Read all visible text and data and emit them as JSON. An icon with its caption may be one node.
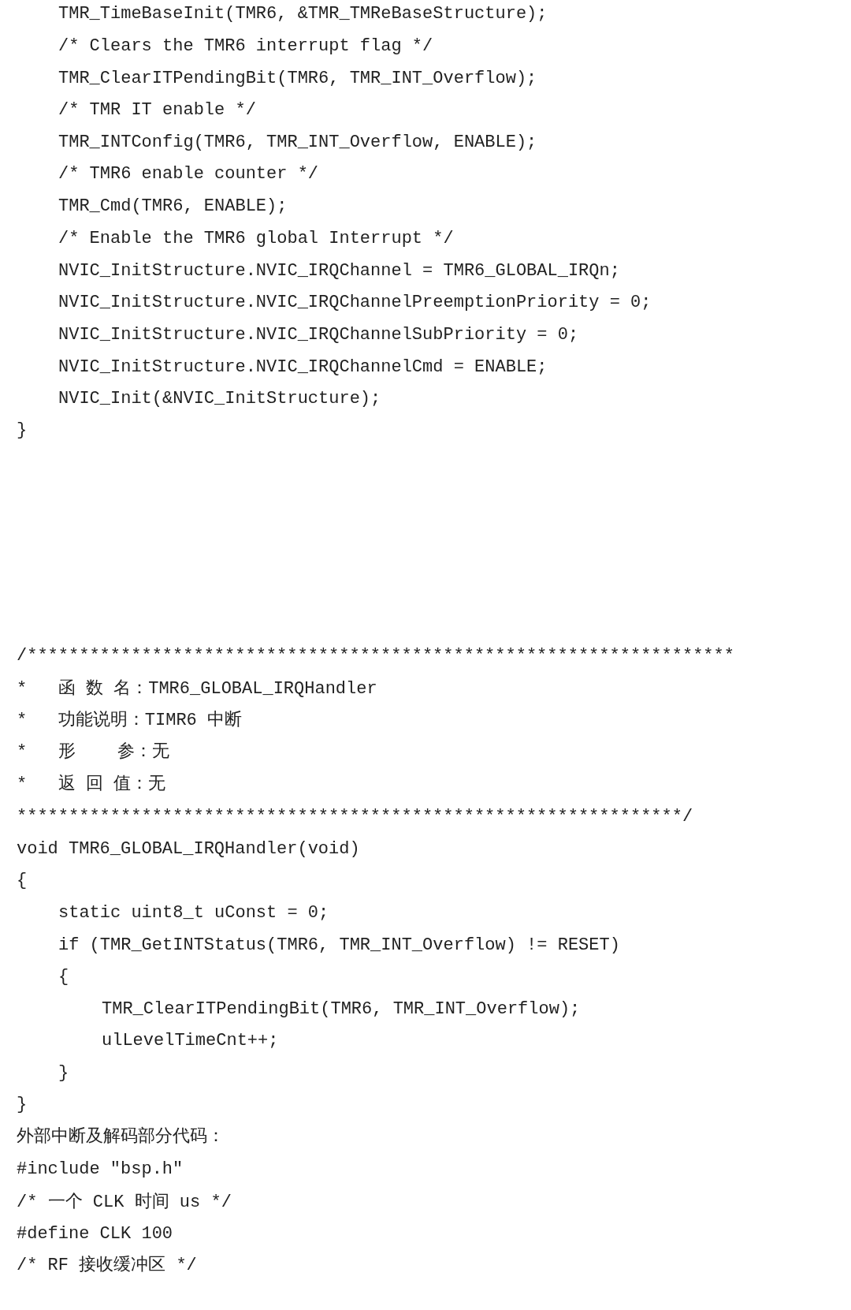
{
  "diagram": {
    "labels": [
      "TMR_TimeBaseInit(TMR6, &TMR_TMReBaseStructure);",
      "/* Clears the TMR6 interrupt flag */",
      "TMR_ClearITPendingBit(TMR6, TMR_INT_Overflow);",
      "/* TMR IT enable */",
      "TMR_INTConfig(TMR6, TMR_INT_Overflow, ENABLE);",
      "/* TMR6 enable counter */",
      "TMR_Cmd(TMR6, ENABLE);",
      "/* Enable the TMR6 global Interrupt */",
      "NVIC_InitStructure.NVIC_IRQChannel = TMR6_GLOBAL_IRQn;",
      "NVIC_InitStructure.NVIC_IRQChannelPreemptionPriority = 0;",
      "NVIC_InitStructure.NVIC_IRQChannelSubPriority = 0;",
      "NVIC_InitStructure.NVIC_IRQChannelCmd = ENABLE;",
      "NVIC_Init(&NVIC_InitStructure);",
      "}",
      "/********************************************************************",
      "*   函 数 名：TMR6_GLOBAL_IRQHandler",
      "*   功能说明：TIMR6 中断",
      "*   形    参：无",
      "*   返 回 值：无",
      "****************************************************************/",
      "void TMR6_GLOBAL_IRQHandler(void)",
      "{",
      "static uint8_t uConst = 0;",
      "if (TMR_GetINTStatus(TMR6, TMR_INT_Overflow) != RESET)",
      "{",
      "TMR_ClearITPendingBit(TMR6, TMR_INT_Overflow);",
      "ulLevelTimeCnt++;",
      "}",
      "}",
      "外部中断及解码部分代码：",
      "#include \"bsp.h\"",
      "/* 一个 CLK 时间 us */",
      "#define CLK 100",
      "/* RF 接收缓冲区 */"
    ]
  }
}
